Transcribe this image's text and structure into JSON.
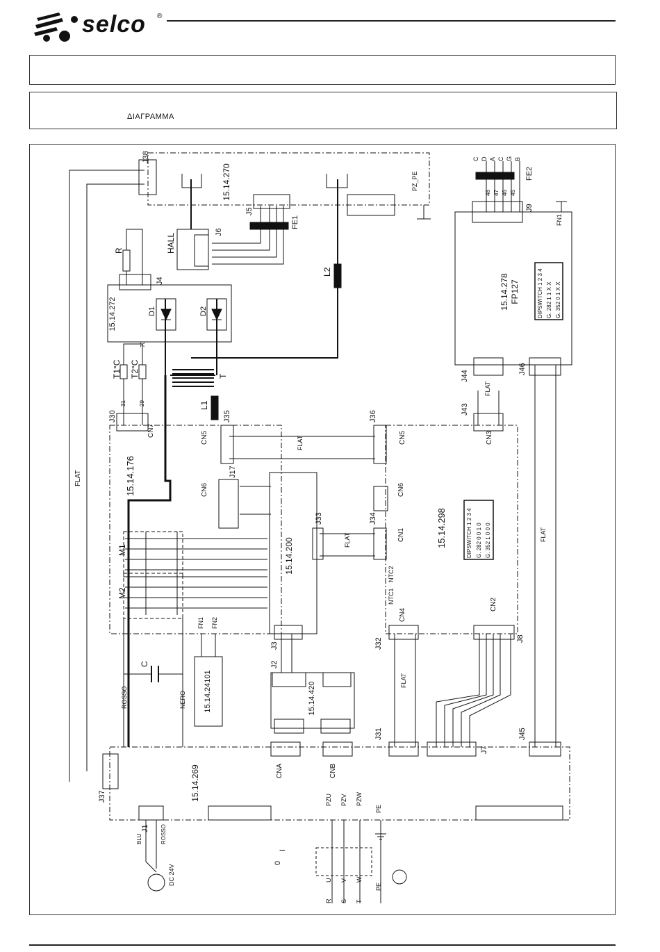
{
  "brand": {
    "name": "selco",
    "reg_mark": "®"
  },
  "header": {
    "box1_text": "",
    "box2_label": "ΔΙΑΓΡΑΜΜΑ"
  },
  "boards": {
    "b270": "15.14.270",
    "b272": "15.14.272",
    "b176": "15.14.176",
    "b200": "15.14.200",
    "b298": "15.14.298",
    "b278": "15.14.278",
    "fp127": "FP127",
    "b24101": "15.14.24101",
    "b420": "15.14.420",
    "b269": "15.14.269"
  },
  "connectors": {
    "J38": "J38",
    "J37": "J37",
    "J36": "J36",
    "J35": "J35",
    "J34": "J34",
    "J33": "J33",
    "J32": "J32",
    "J31": "J31",
    "J30": "J30",
    "J17": "J17",
    "J9": "J9",
    "J8": "J8",
    "J7": "J7",
    "J6": "J6",
    "J5": "J5",
    "J4": "J4",
    "J3": "J3",
    "J2": "J2",
    "J1": "J1",
    "J43": "J43",
    "J44": "J44",
    "J45": "J45",
    "J46": "J46",
    "CN1": "CN1",
    "CN2": "CN2",
    "CN3": "CN3",
    "CN4": "CN4",
    "CN5": "CN5",
    "CN6": "CN6",
    "CN7": "CN7",
    "CNA": "CNA",
    "CNB": "CNB"
  },
  "components": {
    "hall": "HALL",
    "R": "R",
    "D1": "D1",
    "D2": "D2",
    "T1": "T1°C",
    "T2": "T2°C",
    "T": "T",
    "L1": "L1",
    "L2": "L2",
    "M1": "M1",
    "M2": "M2",
    "C": "C",
    "FE1": "FE1",
    "FE2": "FE2",
    "FN1": "FN1",
    "FN2": "FN2",
    "NTC1": "NTC1",
    "NTC2": "NTC2",
    "PZPE": "PZ_PE",
    "flat": "FLAT",
    "rosso": "ROSSO",
    "nero": "NERO",
    "blu": "BLU",
    "motor_dc": "DC 24V",
    "PZU": "PZU",
    "PZV": "PZV",
    "PZW": "PZW",
    "PE": "PE",
    "U": "U",
    "V": "V",
    "W": "W",
    "R_in": "R",
    "S_in": "S",
    "T_in": "T",
    "PE_in": "PE",
    "sw_0": "0",
    "sw_1": "I",
    "t70": "70",
    "t31": "31",
    "t29": "29"
  },
  "dip_table_298": {
    "header": [
      "DIPSWITCH",
      "1",
      "2",
      "3",
      "4"
    ],
    "rows": [
      [
        "G. 282",
        "0",
        "0",
        "1",
        "0"
      ],
      [
        "G. 352",
        "1",
        "0",
        "0",
        "0"
      ]
    ]
  },
  "dip_table_278": {
    "header": [
      "DIPSWITCH",
      "1",
      "2",
      "3",
      "4"
    ],
    "rows": [
      [
        "G. 282",
        "1",
        "1",
        "X",
        "X"
      ],
      [
        "G. 352",
        "0",
        "1",
        "X",
        "X"
      ]
    ]
  },
  "fe2_letters": [
    "C",
    "D",
    "A",
    "C",
    "G",
    "B"
  ],
  "j9_pins": [
    "48",
    "47",
    "46",
    "45"
  ]
}
